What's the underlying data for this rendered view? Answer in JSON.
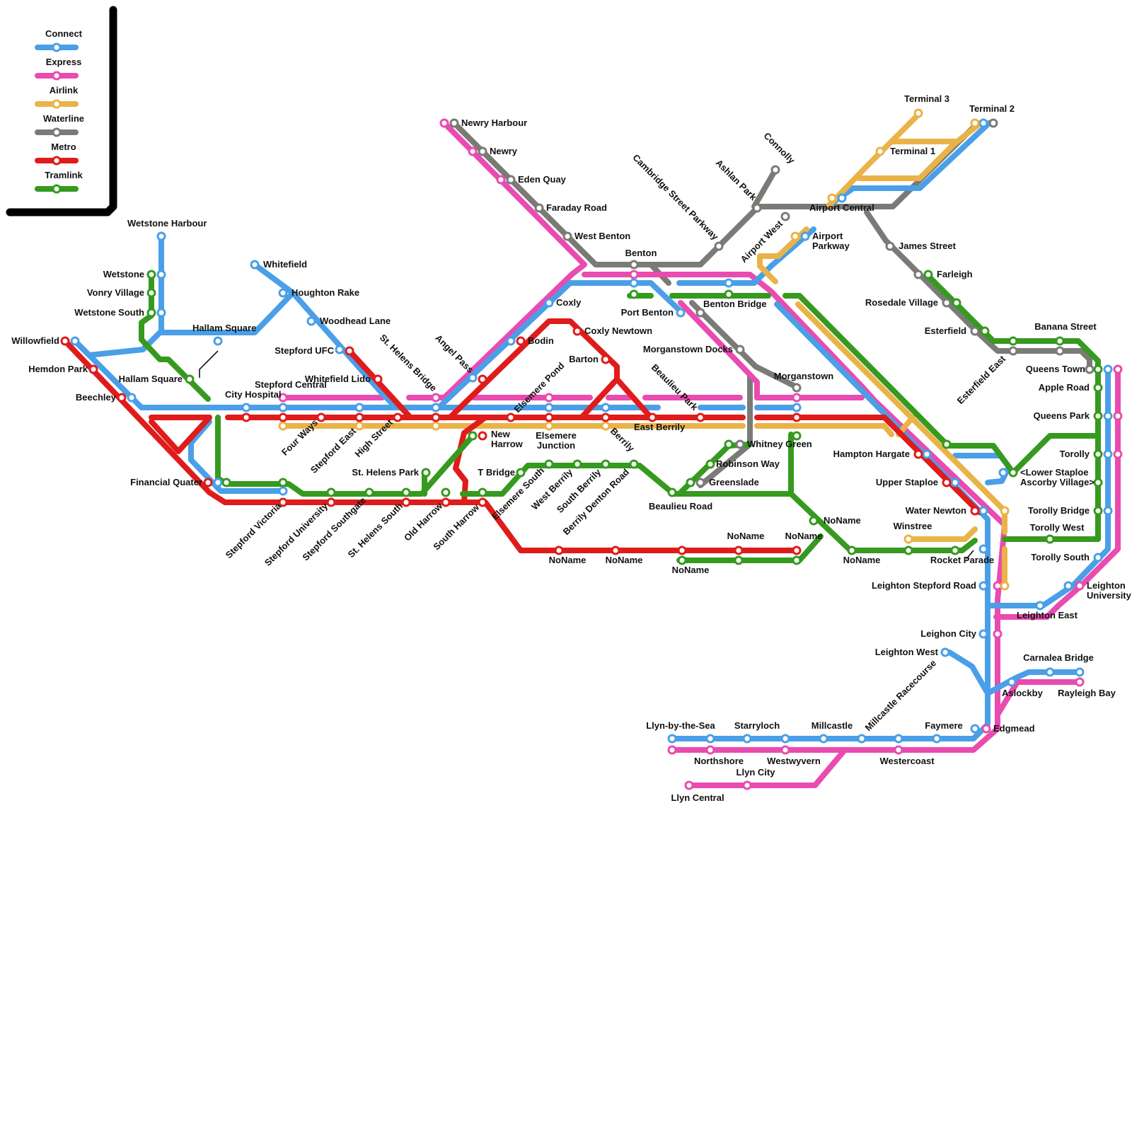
{
  "map_title": "",
  "legend": [
    {
      "key": "connect",
      "label": "Connect",
      "color": "#4a9fe8"
    },
    {
      "key": "express",
      "label": "Express",
      "color": "#e94bb0"
    },
    {
      "key": "airlink",
      "label": "Airlink",
      "color": "#eab348"
    },
    {
      "key": "waterline",
      "label": "Waterline",
      "color": "#7a7a77"
    },
    {
      "key": "metro",
      "label": "Metro",
      "color": "#e01b1b"
    },
    {
      "key": "tramlink",
      "label": "Tramlink",
      "color": "#359a1e"
    }
  ],
  "lines": [
    {
      "key": "connect",
      "color": "#4a9fe8"
    },
    {
      "key": "express",
      "color": "#e94bb0"
    },
    {
      "key": "airlink",
      "color": "#eab348"
    },
    {
      "key": "waterline",
      "color": "#7a7a77"
    },
    {
      "key": "metro",
      "color": "#e01b1b"
    },
    {
      "key": "tramlink",
      "color": "#359a1e"
    }
  ],
  "labels": {
    "wetstone_harbour": "Wetstone Harbour",
    "wetstone": "Wetstone",
    "vonry_village": "Vonry Village",
    "wetstone_south": "Wetstone South",
    "whitefield": "Whitefield",
    "houghton_rake": "Houghton Rake",
    "woodhead_lane": "Woodhead Lane",
    "hallam_square_top": "Hallam Square",
    "willowfield": "Willowfield",
    "hemdon_park": "Hemdon Park",
    "beechley": "Beechley",
    "hallam_square_bottom": "Hallam Square",
    "stepford_ufc": "Stepford UFC",
    "whitefield_lido": "Whitefield Lido",
    "st_helens_bridge": "St. Helens Bridge",
    "angel_pass": "Angel Pass",
    "stepford_central": "Stepford Central",
    "city_hospital": "City Hospital",
    "four_ways": "Four Ways",
    "stepford_east": "Stepford East",
    "high_street": "High Street",
    "financial_quarter": "Financial Quater",
    "stepford_victoria": "Stepford Victoria",
    "stepford_university": "Stepford University",
    "stepford_southgate": "Stepford Southgate",
    "st_helens_south": "St. Helens South",
    "old_harrow": "Old Harrow",
    "south_harrow": "South Harrow",
    "st_helens_park": "St. Helens Park",
    "new_harrow": "New Harrow",
    "newry_harbour": "Newry Harbour",
    "newry": "Newry",
    "eden_quay": "Eden Quay",
    "faraday_road": "Faraday Road",
    "west_benton": "West Benton",
    "benton": "Benton",
    "coxly": "Coxly",
    "port_benton": "Port Benton",
    "benton_bridge": "Benton Bridge",
    "bodin": "Bodin",
    "coxly_newtown": "Coxly Newtown",
    "barton": "Barton",
    "elsemere_pond": "Elsemere Pond",
    "elsemere_junction": "Elsemere Junction",
    "berrily": "Berrily",
    "east_berrily": "East Berrily",
    "beaulieu_park": "Beaulieu Park",
    "t_bridge": "T Bridge",
    "elsemere_south": "Elsemere South",
    "west_berrily": "West Berrily",
    "south_berrily": "South Berrily",
    "berrily_denton_road": "Berrily Denton Road",
    "beaulieu_road": "Beaulieu Road",
    "noname_1": "NoName",
    "noname_2": "NoName",
    "noname_3": "NoName",
    "noname_4": "NoName",
    "noname_5": "NoName",
    "noname_6": "NoName",
    "noname_7": "NoName",
    "morganstown_docks": "Morganstown Docks",
    "morganstown": "Morganstown",
    "whitney_green": "Whitney Green",
    "robinson_way": "Robinson Way",
    "greenslade": "Greenslade",
    "cambridge_street_parkway": "Cambridge Street Parkway",
    "ashlan_park": "Ashlan Park",
    "connolly": "Connolly",
    "airport_west": "Airport West",
    "airport_central": "Airport Central",
    "airport_parkway": "Airport Parkway",
    "terminal_1": "Terminal 1",
    "terminal_2": "Terminal 2",
    "terminal_3": "Terminal 3",
    "james_street": "James Street",
    "farleigh": "Farleigh",
    "rosedale_village": "Rosedale Village",
    "esterfield": "Esterfield",
    "esterfield_east": "Esterfield East",
    "banana_street": "Banana Street",
    "queens_town": "Queens Town",
    "apple_road": "Apple Road",
    "queens_park": "Queens Park",
    "torolly": "Torolly",
    "lower_staploe": "<Lower Staploe Ascorby Village>",
    "hampton_hargate": "Hampton Hargate",
    "upper_staploe": "Upper Staploe",
    "water_newton": "Water Newton",
    "winstree": "Winstree",
    "rocket_parade": "Rocket Parade",
    "torolly_bridge": "Torolly Bridge",
    "torolly_west": "Torolly West",
    "torolly_south": "Torolly South",
    "leighton_stepford_road": "Leighton Stepford Road",
    "leighton_university": "Leighton University",
    "leighton_east": "Leighton East",
    "leighon_city": "Leighon City",
    "leighton_west": "Leighton West",
    "carnalea_bridge": "Carnalea Bridge",
    "aslockby": "Aslockby",
    "rayleigh_bay": "Rayleigh Bay",
    "edgmead": "Edgmead",
    "faymere": "Faymere",
    "millcastle_racecourse": "Millcastle Racecourse",
    "millcastle": "Millcastle",
    "starryloch": "Starryloch",
    "llyn_by_the_sea": "Llyn-by-the-Sea",
    "northshore": "Northshore",
    "westwyvern": "Westwyvern",
    "westercoast": "Westercoast",
    "llyn_city": "Llyn City",
    "llyn_central": "Llyn Central"
  }
}
